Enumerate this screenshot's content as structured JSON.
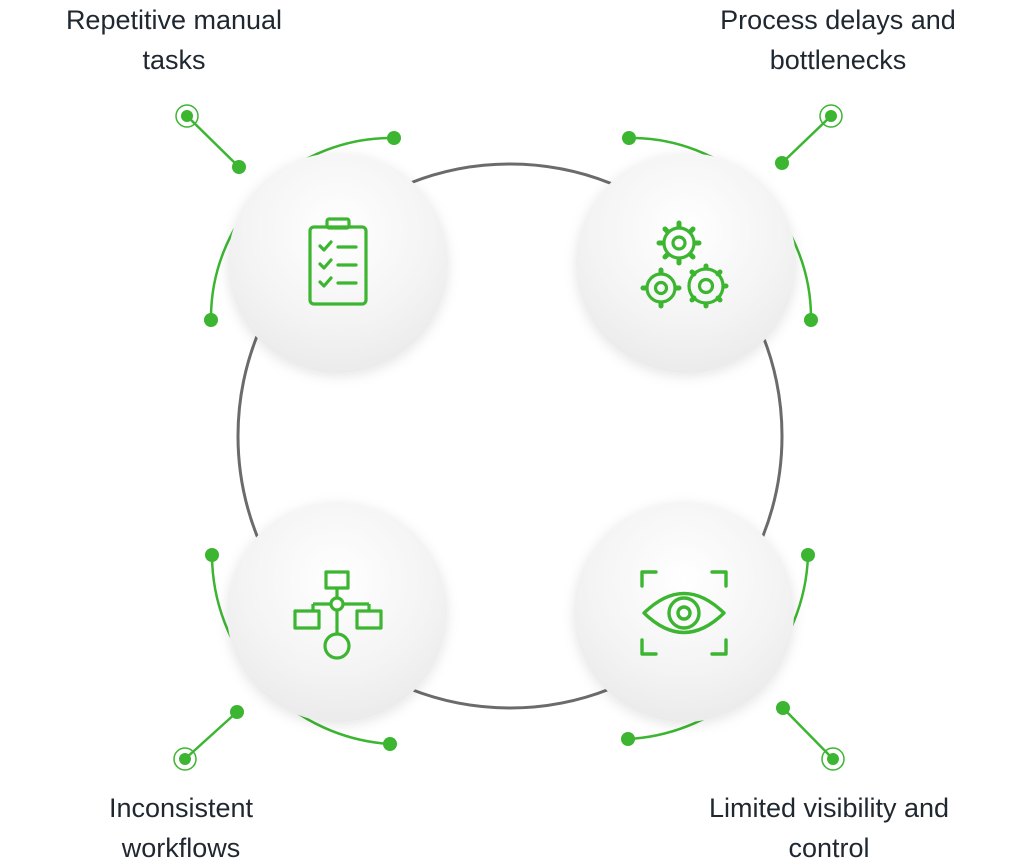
{
  "diagram": {
    "accent_color": "#3cb531",
    "ring_color": "#6b6b6b",
    "items": [
      {
        "icon": "clipboard-checklist-icon",
        "label_line1": "Repetitive manual",
        "label_line2": "tasks"
      },
      {
        "icon": "gears-icon",
        "label_line1": "Process delays and",
        "label_line2": "bottlenecks"
      },
      {
        "icon": "flowchart-icon",
        "label_line1": "Inconsistent",
        "label_line2": "workflows"
      },
      {
        "icon": "eye-scan-icon",
        "label_line1": "Limited visibility and",
        "label_line2": "control"
      }
    ]
  }
}
